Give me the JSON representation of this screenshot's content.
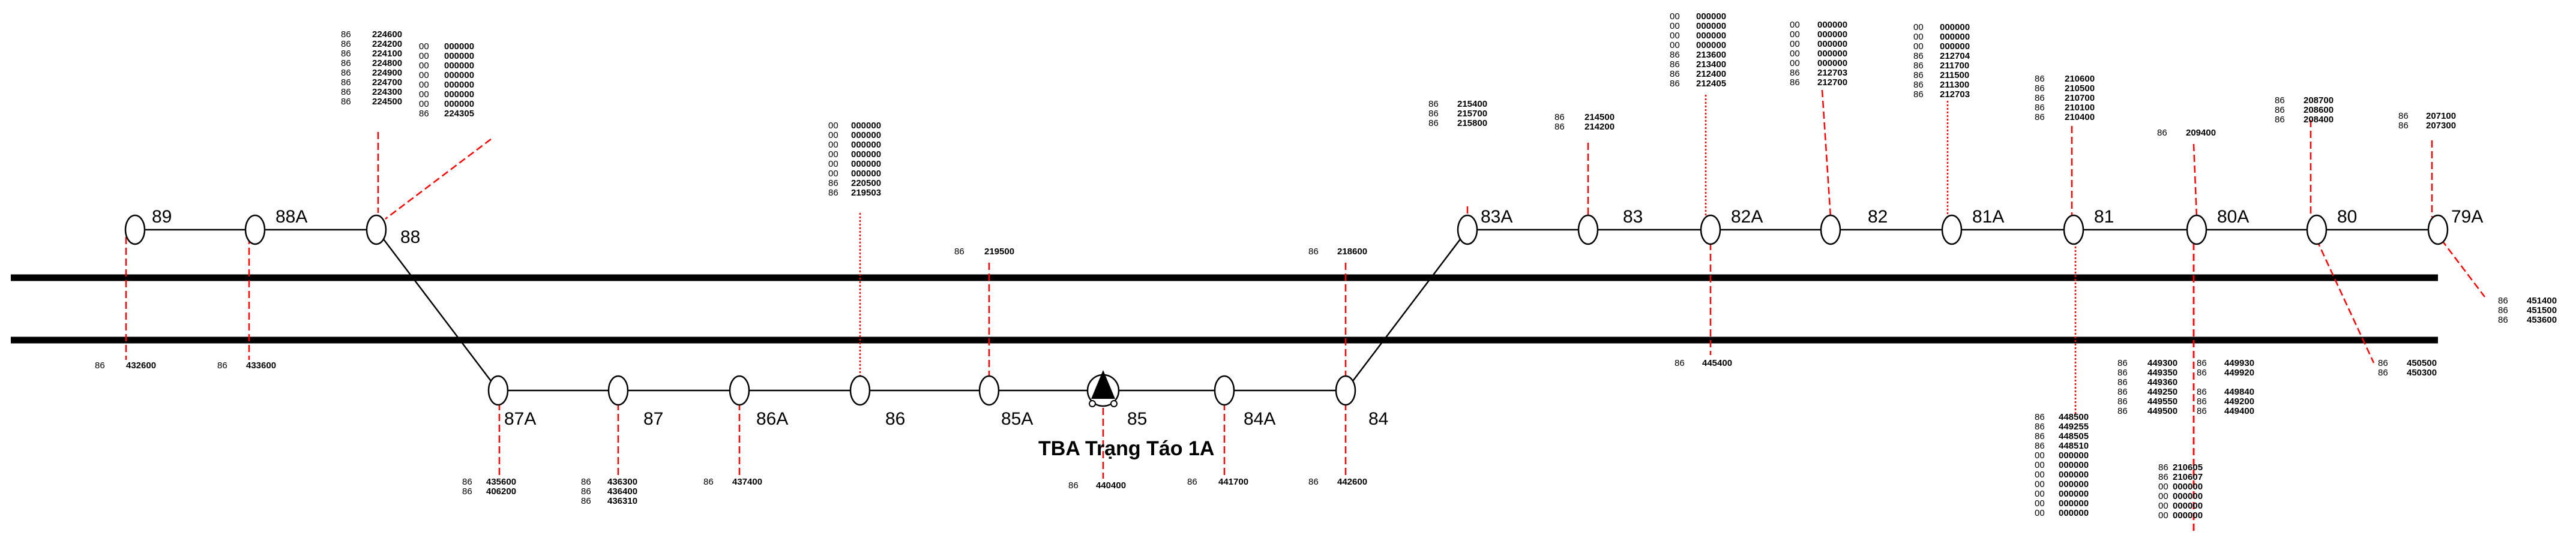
{
  "station": {
    "name": "TBA Trạng Táo 1A"
  },
  "colors": {
    "line": "#000000",
    "leader": "#ff0000",
    "background": "#ffffff"
  },
  "top_row": [
    "89",
    "88A",
    "88",
    "83A",
    "83",
    "82A",
    "82",
    "81A",
    "81",
    "80A",
    "80",
    "79A"
  ],
  "bottom_row": [
    "87A",
    "87",
    "86A",
    "86",
    "85A",
    "85",
    "84A",
    "84"
  ],
  "meter_groups": [
    {
      "pole": "89",
      "rows": [
        [
          "86",
          "432600"
        ]
      ]
    },
    {
      "pole": "88A",
      "rows": [
        [
          "86",
          "433600"
        ]
      ]
    },
    {
      "pole": "88",
      "rows": [
        [
          "86",
          "224600"
        ],
        [
          "86",
          "224200"
        ],
        [
          "86",
          "224100"
        ],
        [
          "86",
          "224800"
        ],
        [
          "86",
          "224900"
        ],
        [
          "86",
          "224700"
        ],
        [
          "86",
          "224300"
        ],
        [
          "86",
          "224500"
        ]
      ]
    },
    {
      "pole": "88",
      "rows": [
        [
          "00",
          "000000"
        ],
        [
          "00",
          "000000"
        ],
        [
          "00",
          "000000"
        ],
        [
          "00",
          "000000"
        ],
        [
          "00",
          "000000"
        ],
        [
          "00",
          "000000"
        ],
        [
          "00",
          "000000"
        ],
        [
          "86",
          "224305"
        ]
      ]
    },
    {
      "pole": "87A",
      "rows": [
        [
          "86",
          "435600"
        ],
        [
          "86",
          "406200"
        ]
      ]
    },
    {
      "pole": "87",
      "rows": [
        [
          "86",
          "436300"
        ],
        [
          "86",
          "436400"
        ],
        [
          "86",
          "436310"
        ]
      ]
    },
    {
      "pole": "86A",
      "rows": [
        [
          "86",
          "437400"
        ]
      ]
    },
    {
      "pole": "86",
      "rows": [
        [
          "00",
          "000000"
        ],
        [
          "00",
          "000000"
        ],
        [
          "00",
          "000000"
        ],
        [
          "00",
          "000000"
        ],
        [
          "00",
          "000000"
        ],
        [
          "00",
          "000000"
        ],
        [
          "86",
          "220500"
        ],
        [
          "86",
          "219503"
        ]
      ]
    },
    {
      "pole": "85A",
      "rows": [
        [
          "86",
          "219500"
        ]
      ]
    },
    {
      "pole": "85",
      "rows": [
        [
          "86",
          "440400"
        ]
      ]
    },
    {
      "pole": "84A",
      "rows": [
        [
          "86",
          "441700"
        ]
      ]
    },
    {
      "pole": "84",
      "rows": [
        [
          "86",
          "218600"
        ]
      ]
    },
    {
      "pole": "84",
      "rows": [
        [
          "86",
          "442600"
        ]
      ]
    },
    {
      "pole": "83A",
      "rows": [
        [
          "86",
          "215400"
        ],
        [
          "86",
          "215700"
        ],
        [
          "86",
          "215800"
        ]
      ]
    },
    {
      "pole": "83",
      "rows": [
        [
          "86",
          "214500"
        ],
        [
          "86",
          "214200"
        ]
      ]
    },
    {
      "pole": "82A",
      "rows": [
        [
          "00",
          "000000"
        ],
        [
          "00",
          "000000"
        ],
        [
          "00",
          "000000"
        ],
        [
          "00",
          "000000"
        ],
        [
          "86",
          "213600"
        ],
        [
          "86",
          "213400"
        ],
        [
          "86",
          "212400"
        ],
        [
          "86",
          "212405"
        ]
      ]
    },
    {
      "pole": "82A",
      "rows": [
        [
          "86",
          "445400"
        ]
      ]
    },
    {
      "pole": "82",
      "rows": [
        [
          "00",
          "000000"
        ],
        [
          "00",
          "000000"
        ],
        [
          "00",
          "000000"
        ],
        [
          "00",
          "000000"
        ],
        [
          "00",
          "000000"
        ],
        [
          "86",
          "212703"
        ],
        [
          "86",
          "212700"
        ]
      ]
    },
    {
      "pole": "81A",
      "rows": [
        [
          "00",
          "000000"
        ],
        [
          "00",
          "000000"
        ],
        [
          "00",
          "000000"
        ],
        [
          "86",
          "212704"
        ],
        [
          "86",
          "211700"
        ],
        [
          "86",
          "211500"
        ],
        [
          "86",
          "211300"
        ],
        [
          "86",
          "212703"
        ]
      ]
    },
    {
      "pole": "81",
      "rows": [
        [
          "86",
          "210600"
        ],
        [
          "86",
          "210500"
        ],
        [
          "86",
          "210700"
        ],
        [
          "86",
          "210100"
        ],
        [
          "86",
          "210400"
        ]
      ]
    },
    {
      "pole": "81",
      "rows": [
        [
          "86",
          "448500"
        ],
        [
          "86",
          "449255"
        ],
        [
          "86",
          "448505"
        ],
        [
          "86",
          "448510"
        ],
        [
          "00",
          "000000"
        ],
        [
          "00",
          "000000"
        ],
        [
          "00",
          "000000"
        ],
        [
          "00",
          "000000"
        ],
        [
          "00",
          "000000"
        ],
        [
          "00",
          "000000"
        ],
        [
          "00",
          "000000"
        ]
      ]
    },
    {
      "pole": "80A",
      "rows": [
        [
          "86",
          "209400"
        ]
      ]
    },
    {
      "pole": "80A",
      "rows": [
        [
          "86",
          "449300"
        ],
        [
          "86",
          "449350"
        ],
        [
          "86",
          "449360"
        ],
        [
          "86",
          "449250"
        ],
        [
          "86",
          "449550"
        ],
        [
          "86",
          "449500"
        ]
      ]
    },
    {
      "pole": "80A",
      "rows": [
        [
          "86",
          "449930"
        ],
        [
          "86",
          "449920"
        ],
        [
          "",
          ""
        ],
        [
          "86",
          "449840"
        ],
        [
          "86",
          "449200"
        ],
        [
          "86",
          "449400"
        ]
      ]
    },
    {
      "pole": "80A",
      "rows": [
        [
          "86",
          "210605"
        ],
        [
          "86",
          "210607"
        ],
        [
          "00",
          "000000"
        ],
        [
          "00",
          "000000"
        ],
        [
          "00",
          "000000"
        ],
        [
          "00",
          "000000"
        ]
      ]
    },
    {
      "pole": "80",
      "rows": [
        [
          "86",
          "208700"
        ],
        [
          "86",
          "208600"
        ],
        [
          "86",
          "208400"
        ]
      ]
    },
    {
      "pole": "80",
      "rows": [
        [
          "86",
          "450500"
        ],
        [
          "86",
          "450300"
        ]
      ]
    },
    {
      "pole": "79A",
      "rows": [
        [
          "86",
          "207100"
        ],
        [
          "86",
          "207300"
        ]
      ]
    },
    {
      "pole": "79A",
      "rows": [
        [
          "86",
          "451400"
        ],
        [
          "86",
          "451500"
        ],
        [
          "86",
          "453600"
        ]
      ]
    }
  ]
}
